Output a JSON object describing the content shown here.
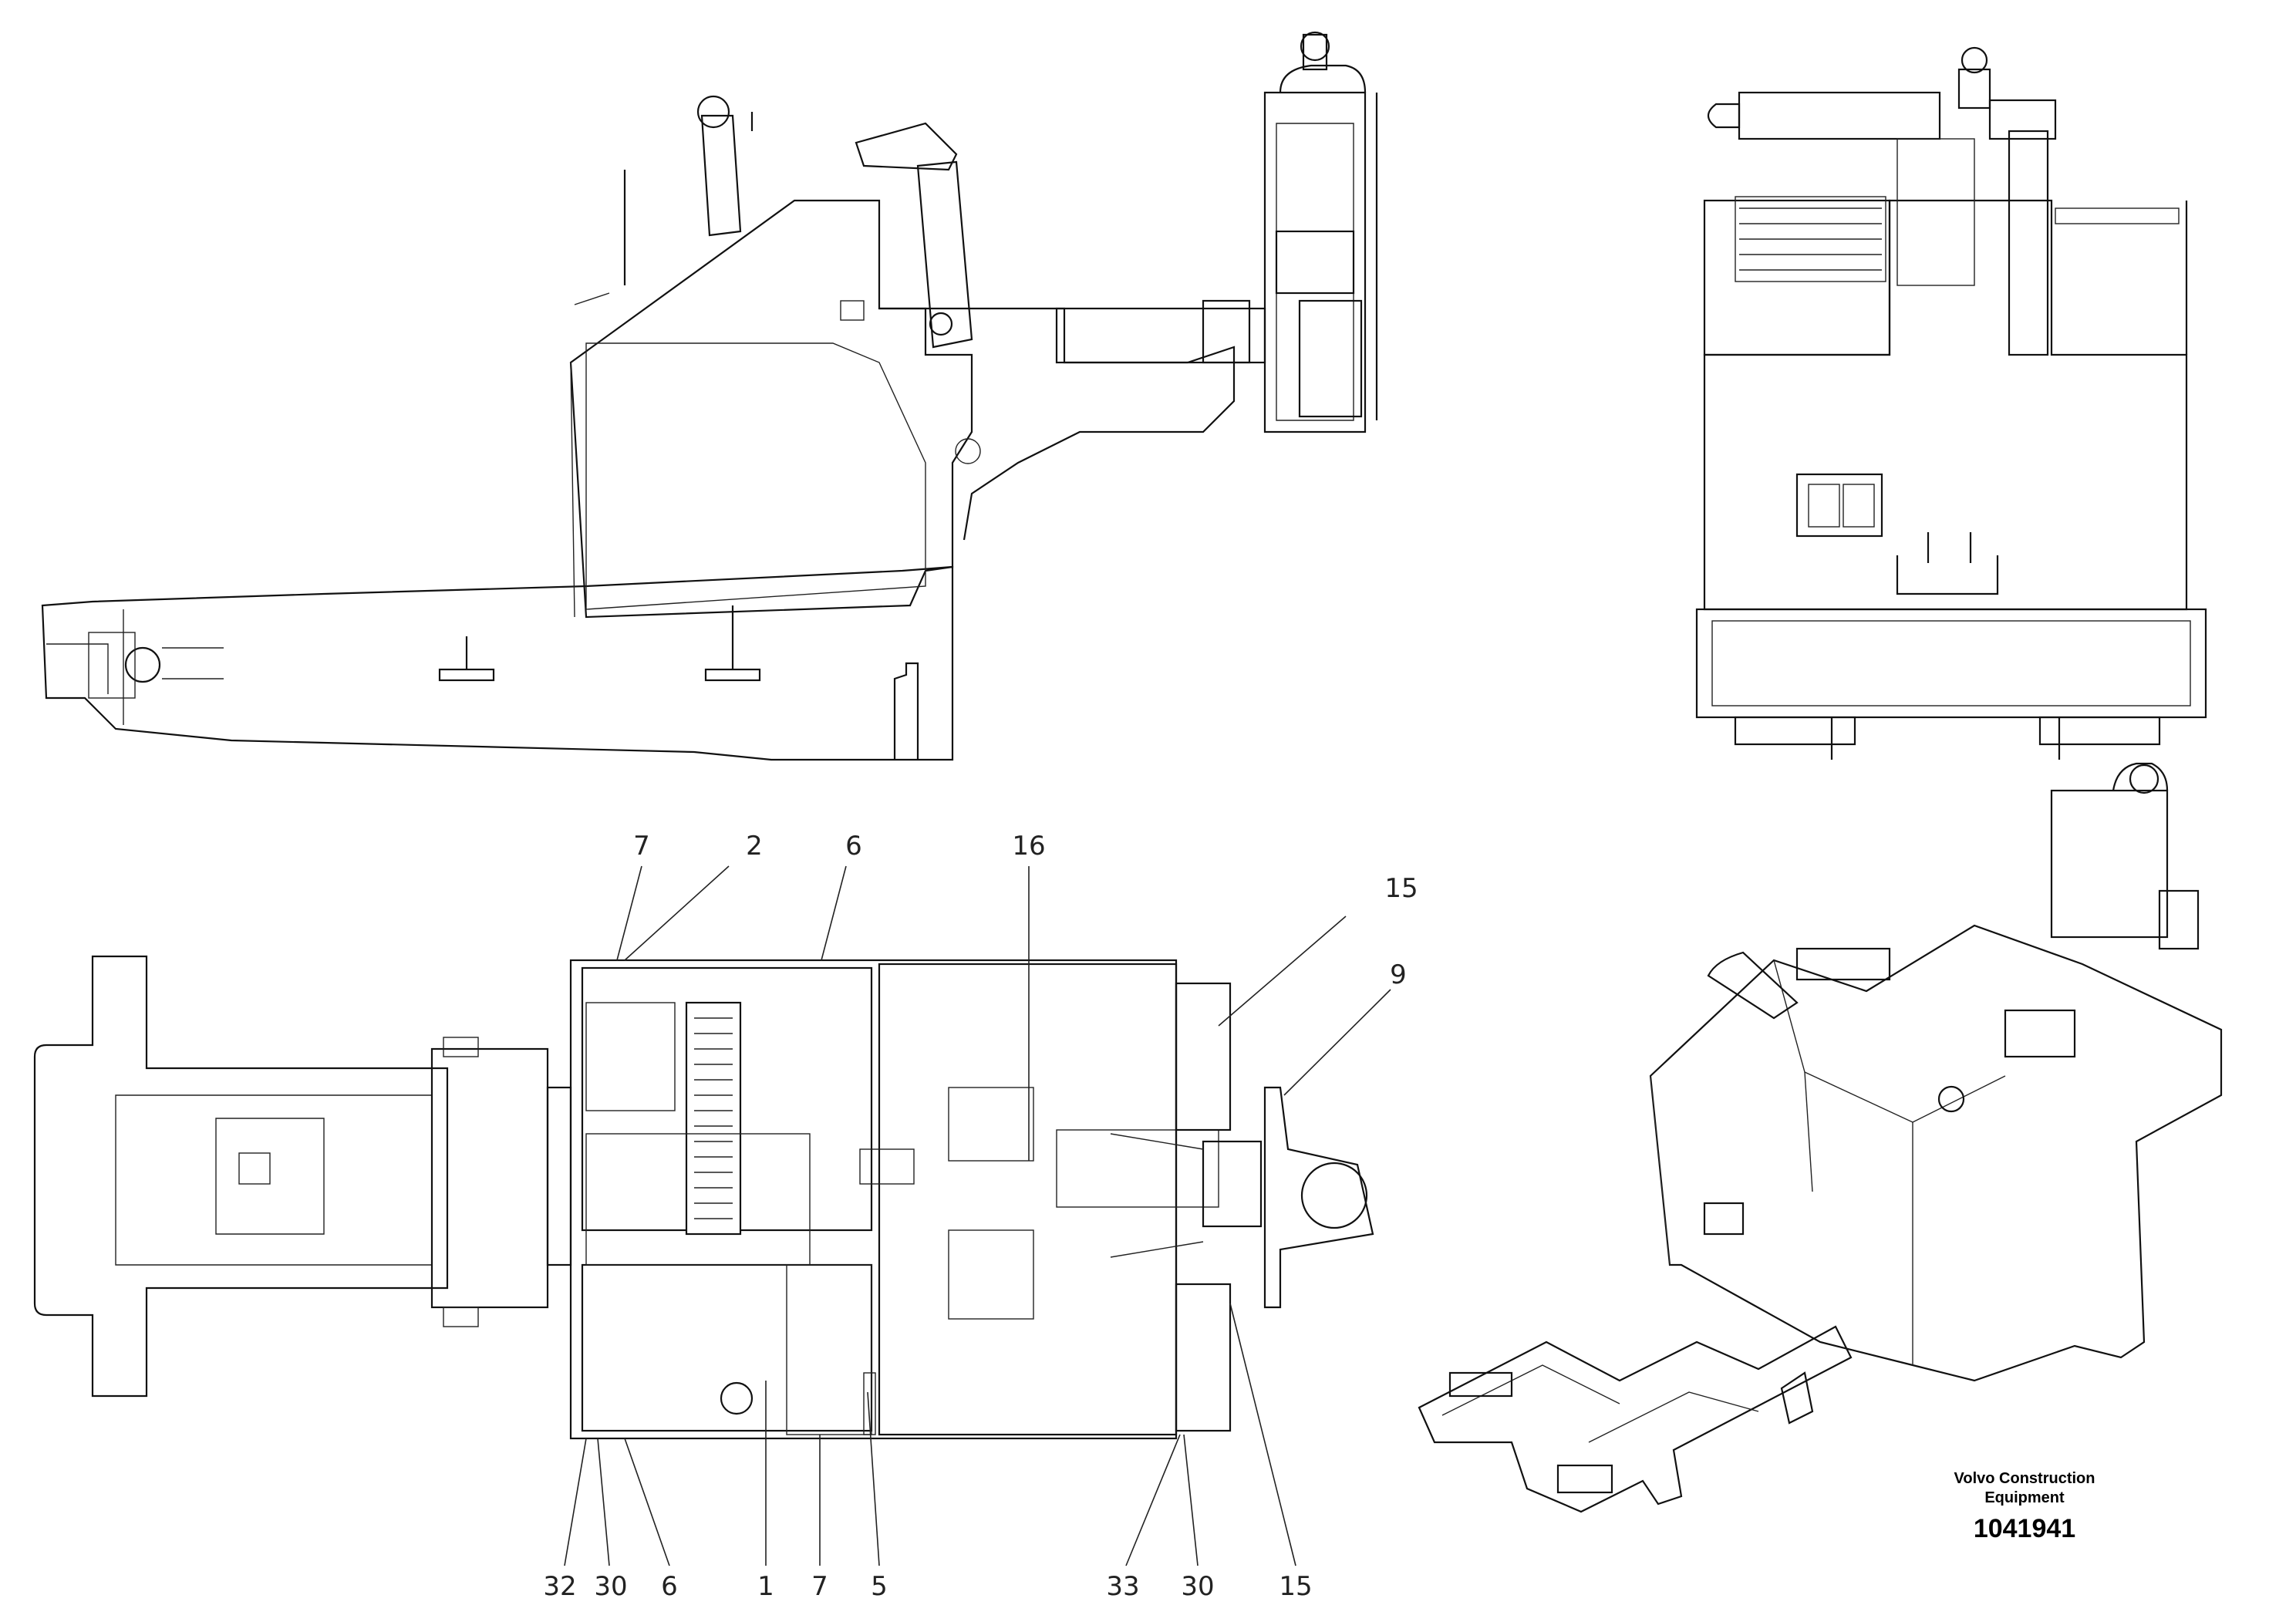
{
  "callouts": {
    "top_row": [
      "7",
      "2",
      "6",
      "16",
      "15",
      "9"
    ],
    "bottom_row": [
      "32",
      "30",
      "6",
      "1",
      "7",
      "5",
      "33",
      "30",
      "15"
    ]
  },
  "brand": {
    "line1": "Volvo Construction",
    "line2": "Equipment",
    "drawing_number": "1041941"
  }
}
